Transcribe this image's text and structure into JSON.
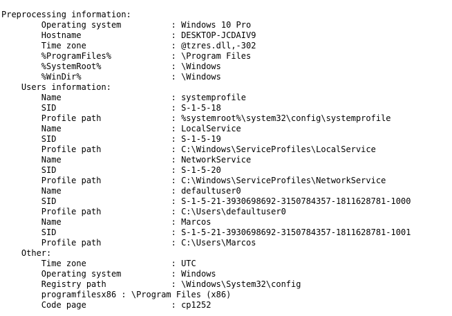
{
  "console": {
    "background_color": "#ffffff",
    "text_color": "#000000",
    "label_column_width": 34,
    "sections": [
      {
        "heading": "Preprocessing information:",
        "heading_indent": 0,
        "entry_indent": 8,
        "entries": [
          {
            "label": "Operating system",
            "value": "Windows 10 Pro"
          },
          {
            "label": "Hostname",
            "value": "DESKTOP-JCDAIV9"
          },
          {
            "label": "Time zone",
            "value": "@tzres.dll,-302"
          },
          {
            "label": "%ProgramFiles%",
            "value": "\\Program Files"
          },
          {
            "label": "%SystemRoot%",
            "value": "\\Windows"
          },
          {
            "label": "%WinDir%",
            "value": "\\Windows"
          }
        ]
      },
      {
        "heading": "Users information:",
        "heading_indent": 4,
        "entry_indent": 8,
        "entries": [
          {
            "label": "Name",
            "value": "systemprofile"
          },
          {
            "label": "SID",
            "value": "S-1-5-18"
          },
          {
            "label": "Profile path",
            "value": "%systemroot%\\system32\\config\\systemprofile"
          },
          {
            "label": "Name",
            "value": "LocalService"
          },
          {
            "label": "SID",
            "value": "S-1-5-19"
          },
          {
            "label": "Profile path",
            "value": "C:\\Windows\\ServiceProfiles\\LocalService"
          },
          {
            "label": "Name",
            "value": "NetworkService"
          },
          {
            "label": "SID",
            "value": "S-1-5-20"
          },
          {
            "label": "Profile path",
            "value": "C:\\Windows\\ServiceProfiles\\NetworkService"
          },
          {
            "label": "Name",
            "value": "defaultuser0"
          },
          {
            "label": "SID",
            "value": "S-1-5-21-3930698692-3150784357-1811628781-1000"
          },
          {
            "label": "Profile path",
            "value": "C:\\Users\\defaultuser0"
          },
          {
            "label": "Name",
            "value": "Marcos"
          },
          {
            "label": "SID",
            "value": "S-1-5-21-3930698692-3150784357-1811628781-1001"
          },
          {
            "label": "Profile path",
            "value": "C:\\Users\\Marcos"
          }
        ]
      },
      {
        "heading": "Other:",
        "heading_indent": 4,
        "entry_indent": 8,
        "entries": [
          {
            "label": "Time zone",
            "value": "UTC"
          },
          {
            "label": "Operating system",
            "value": "Windows"
          },
          {
            "label": "Registry path",
            "value": "\\Windows\\System32\\config"
          },
          {
            "label": "programfilesx86",
            "value": "\\Program Files (x86)",
            "inline": true
          },
          {
            "label": "Code page",
            "value": "cp1252"
          }
        ]
      }
    ]
  }
}
